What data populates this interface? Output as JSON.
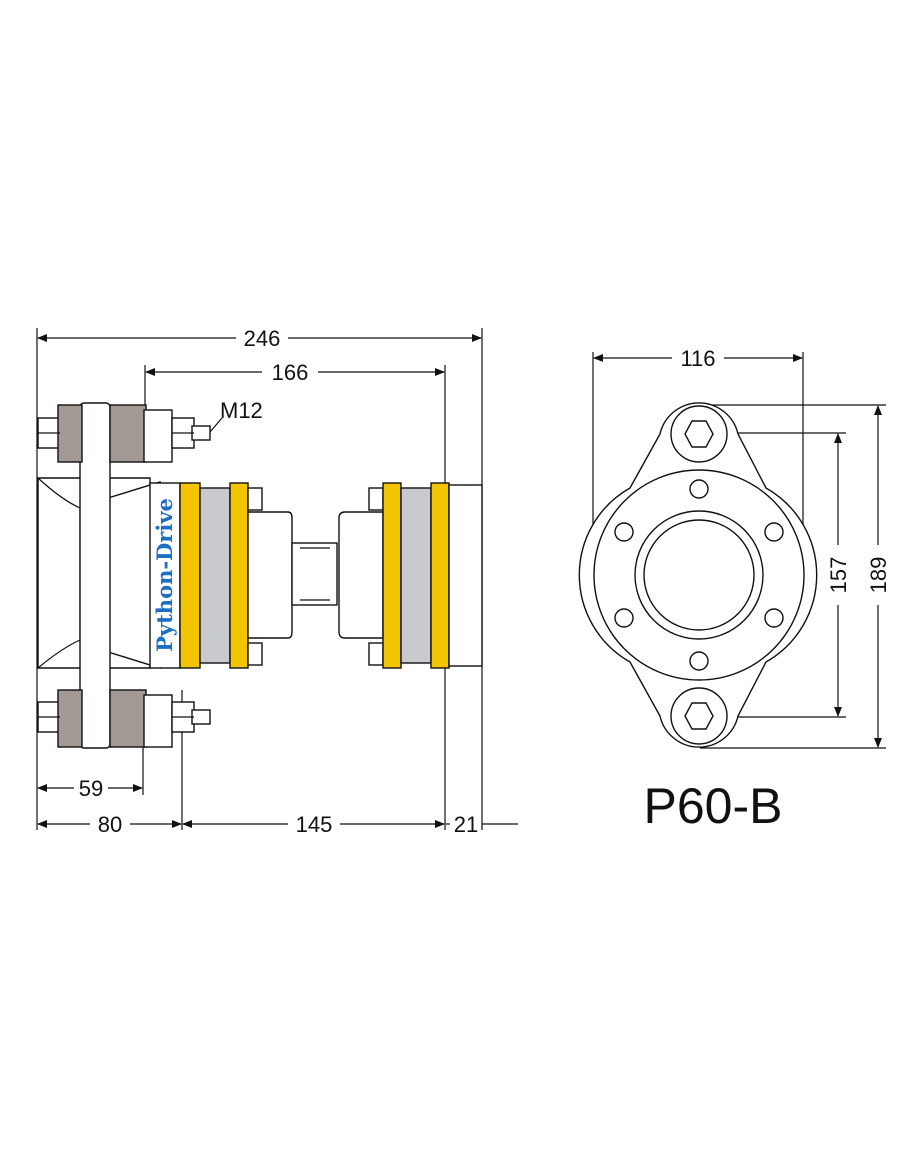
{
  "model": "P60-B",
  "brand": "Python-Drive",
  "thread_label": "M12",
  "dimensions": {
    "overall_length": "246",
    "body_length": "166",
    "bracket_offset": "59",
    "bracket_depth": "80",
    "mid_span": "145",
    "flange_thickness": "21",
    "flange_width": "116",
    "bolt_spacing": "157",
    "flange_height": "189"
  },
  "colors": {
    "yellow_ring": "#f2c500",
    "gray_disc": "#c8cacd",
    "bolt_block": "#a49a95",
    "brand": "#1d6fc4"
  }
}
